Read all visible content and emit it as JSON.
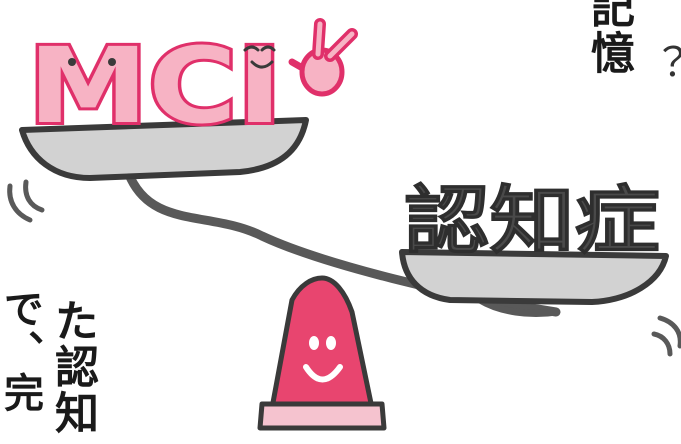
{
  "scene": {
    "mci_label": "MCI",
    "dementia_label": "認知症",
    "vertical_text_top": "記憶",
    "vertical_text_top_partial": "？",
    "vertical_text_left_1": "で、完",
    "vertical_text_left_2": "た認知"
  },
  "colors": {
    "mci_fill": "#f7b3c4",
    "mci_outline": "#e0306a",
    "pan_fill": "#d2d2d2",
    "beam": "#595959",
    "fulcrum": "#e8456f",
    "fulcrum_base": "#f5c3cf"
  }
}
